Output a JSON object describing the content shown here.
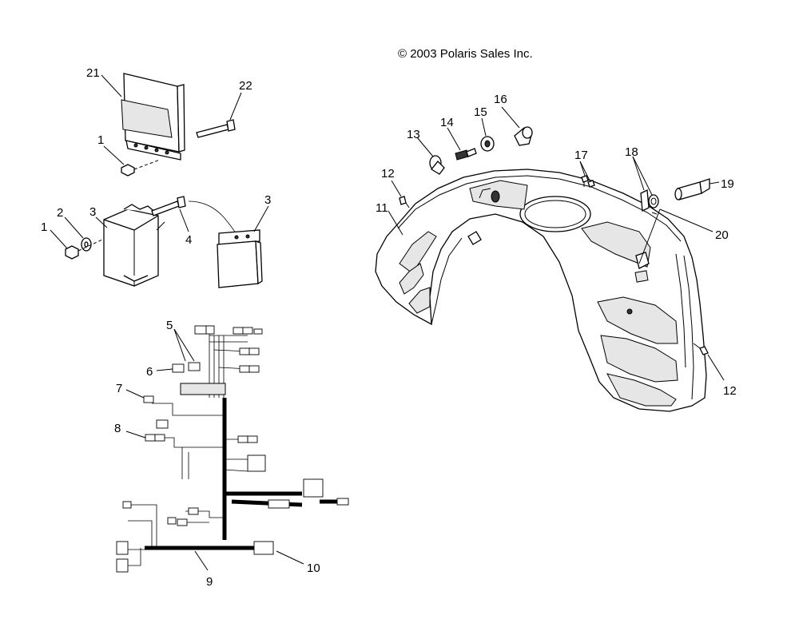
{
  "copyright": "© 2003 Polaris Sales Inc.",
  "callouts": {
    "c1a": "1",
    "c1b": "1",
    "c2": "2",
    "c3a": "3",
    "c3b": "3",
    "c4": "4",
    "c5": "5",
    "c6": "6",
    "c7": "7",
    "c8": "8",
    "c9": "9",
    "c10": "10",
    "c11": "11",
    "c12a": "12",
    "c12b": "12",
    "c13": "13",
    "c14": "14",
    "c15": "15",
    "c16": "16",
    "c17": "17",
    "c18": "18",
    "c19": "19",
    "c20": "20",
    "c21": "21",
    "c22": "22"
  }
}
